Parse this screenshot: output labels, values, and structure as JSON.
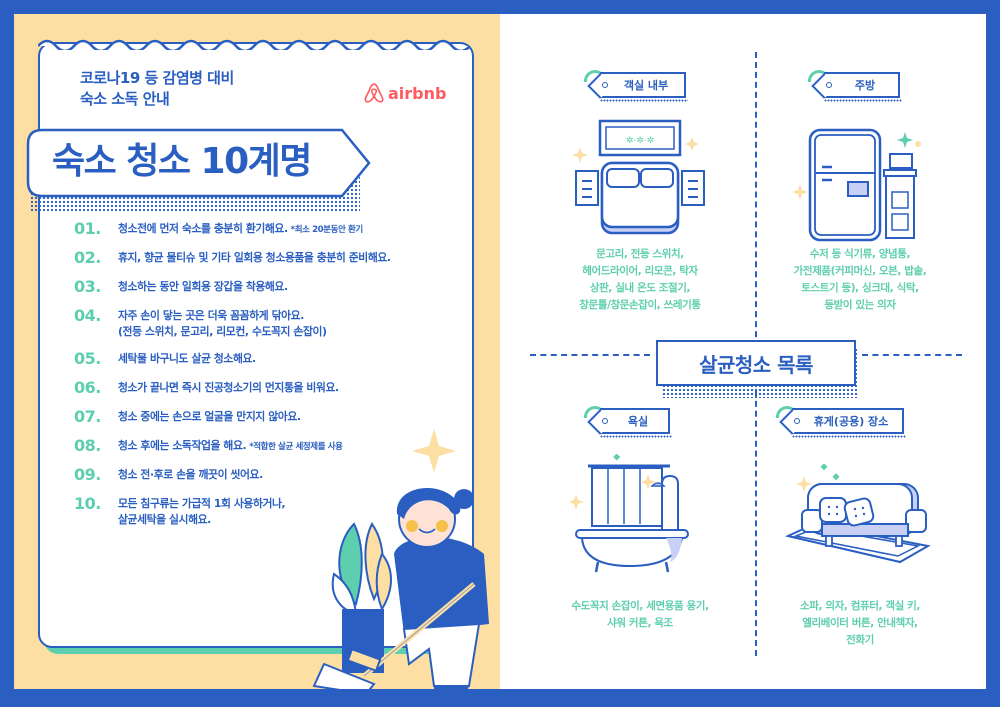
{
  "header": {
    "subtitle_line1": "코로나19 등 감염병 대비",
    "subtitle_line2": "숙소 소독 안내",
    "logo_text": "airbnb",
    "logo_icon": "airbnb-belo-icon",
    "banner_title": "숙소 청소 10계명"
  },
  "rules": [
    {
      "num": "01.",
      "text": "청소전에 먼저 숙소를 충분히 환기해요.",
      "note": "*최소 20분동안 환기"
    },
    {
      "num": "02.",
      "text": "휴지, 향균 물티슈 및 기타 일회용 청소용품을 충분히 준비해요.",
      "note": ""
    },
    {
      "num": "03.",
      "text": "청소하는 동안 일회용 장갑을 착용해요.",
      "note": ""
    },
    {
      "num": "04.",
      "text": "자주 손이 닿는 곳은 더욱 꼼꼼하게 닦아요.",
      "text2": "(전등 스위치, 문고리, 리모컨, 수도꼭지 손잡이)",
      "note": ""
    },
    {
      "num": "05.",
      "text": "세탁물 바구니도 살균 청소해요.",
      "note": ""
    },
    {
      "num": "06.",
      "text": "청소가 끝나면 즉시 진공청소기의 먼지통을 비워요.",
      "note": ""
    },
    {
      "num": "07.",
      "text": "청소 중에는 손으로 얼굴을 만지지 않아요.",
      "note": ""
    },
    {
      "num": "08.",
      "text": "청소 후에는 소독작업을 해요.",
      "note": "*적합한 살균 세정제를 사용"
    },
    {
      "num": "09.",
      "text": "청소 전·후로 손을 깨끗이 씻어요.",
      "note": ""
    },
    {
      "num": "10.",
      "text": "모든 침구류는 가급적 1회 사용하거나,",
      "text2": "살균세탁을 실시해요.",
      "note": ""
    }
  ],
  "checklist": {
    "title": "살균청소 목록",
    "areas": [
      {
        "label": "객실 내부",
        "icon": "bed-icon",
        "items": [
          "문고리, 전등 스위치,",
          "헤어드라이어, 리모콘, 탁자",
          "상판, 실내 온도 조절기,",
          "창문틀/창문손잡이, 쓰레기통"
        ]
      },
      {
        "label": "주방",
        "icon": "refrigerator-icon",
        "items": [
          "수저 등 식기류, 양념통,",
          "가전제품(커피머신, 오븐, 밥솥,",
          "토스트기 등), 싱크대, 식탁,",
          "등받이 있는 의자"
        ]
      },
      {
        "label": "욕실",
        "icon": "bathtub-icon",
        "items": [
          "수도꼭지 손잡이, 세면용품 용기,",
          "샤워 커튼, 욕조"
        ]
      },
      {
        "label": "휴게(공용) 장소",
        "icon": "sofa-icon",
        "items": [
          "소파, 의자, 컴퓨터, 객실 키,",
          "엘리베이터 버튼, 안내책자,",
          "전화기"
        ]
      }
    ]
  },
  "colors": {
    "primary_blue": "#2a5fc1",
    "mint": "#5ecfae",
    "cream": "#fddfa3",
    "airbnb_red": "#ff5a5f",
    "lavender": "#c9d0f5"
  }
}
